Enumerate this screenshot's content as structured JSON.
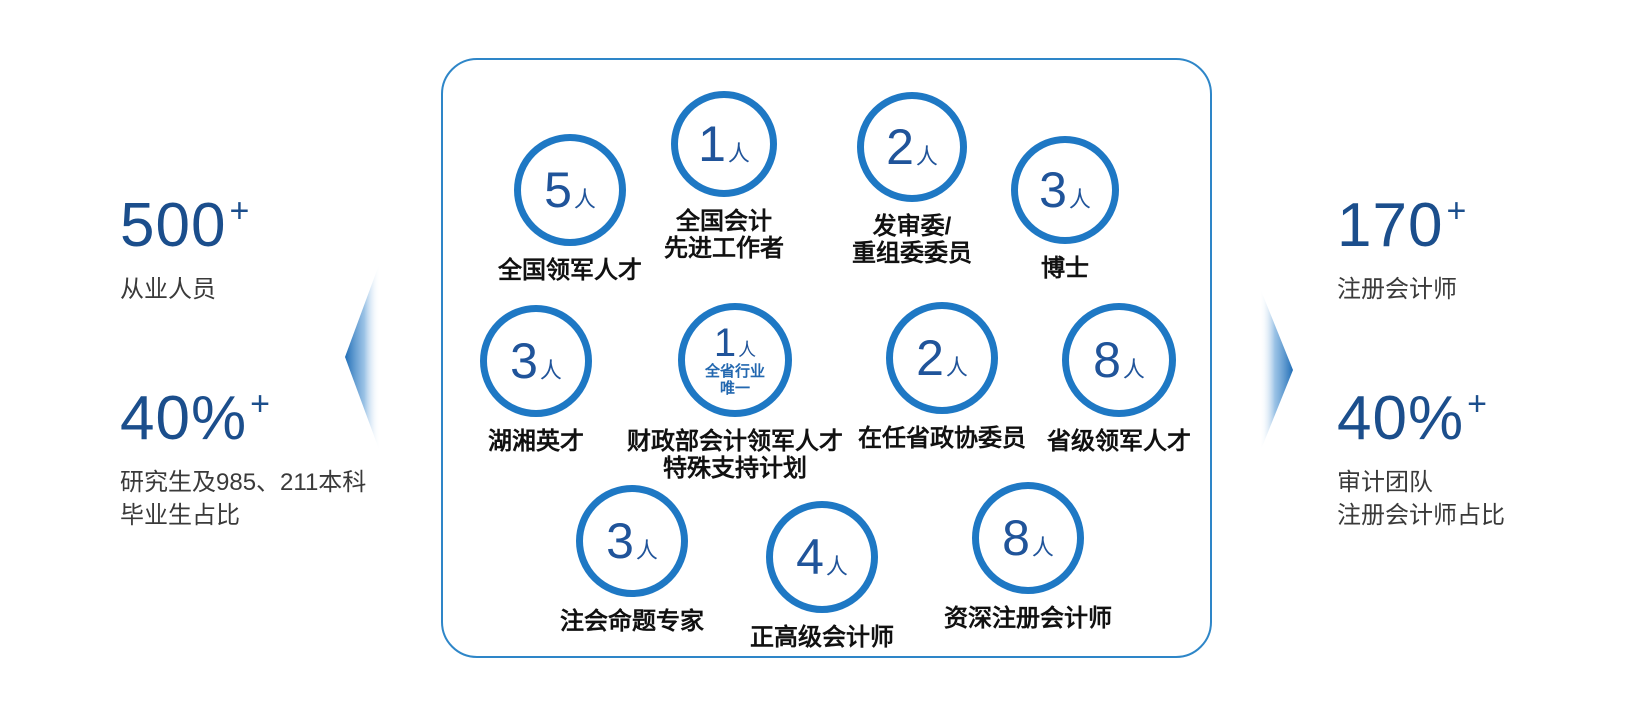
{
  "colors": {
    "circle_ring": "#1e78c4",
    "circle_number": "#20549a",
    "circle_inner_text": "#2368b0",
    "box_border": "#2e86c8",
    "stat_number": "#1b4e8c",
    "label_text": "#111111",
    "caption_text": "#3a3a3a",
    "arrow_blue": "#1f6db6"
  },
  "left_stats": [
    {
      "value": "500",
      "plus": "+",
      "caption_lines": [
        "从业人员"
      ]
    },
    {
      "value": "40%",
      "plus": "+",
      "caption_lines": [
        "研究生及985、211本科",
        "毕业生占比"
      ]
    }
  ],
  "right_stats": [
    {
      "value": "170",
      "plus": "+",
      "caption_lines": [
        "注册会计师"
      ]
    },
    {
      "value": "40%",
      "plus": "+",
      "caption_lines": [
        "审计团队",
        "注册会计师占比"
      ]
    }
  ],
  "circles": [
    {
      "count": "5",
      "unit": "人",
      "label_lines": [
        "全国领军人才"
      ]
    },
    {
      "count": "1",
      "unit": "人",
      "label_lines": [
        "全国会计",
        "先进工作者"
      ]
    },
    {
      "count": "2",
      "unit": "人",
      "label_lines": [
        "发审委/",
        "重组委委员"
      ]
    },
    {
      "count": "3",
      "unit": "人",
      "label_lines": [
        "博士"
      ]
    },
    {
      "count": "3",
      "unit": "人",
      "label_lines": [
        "湖湘英才"
      ]
    },
    {
      "count": "1",
      "unit": "人",
      "inner_lines": [
        "全省行业",
        "唯一"
      ],
      "label_lines": [
        "财政部会计领军人才",
        "特殊支持计划"
      ]
    },
    {
      "count": "2",
      "unit": "人",
      "label_lines": [
        "在任省政协委员"
      ]
    },
    {
      "count": "8",
      "unit": "人",
      "label_lines": [
        "省级领军人才"
      ]
    },
    {
      "count": "3",
      "unit": "人",
      "label_lines": [
        "注会命题专家"
      ]
    },
    {
      "count": "4",
      "unit": "人",
      "label_lines": [
        "正高级会计师"
      ]
    },
    {
      "count": "8",
      "unit": "人",
      "label_lines": [
        "资深注册会计师"
      ]
    }
  ]
}
